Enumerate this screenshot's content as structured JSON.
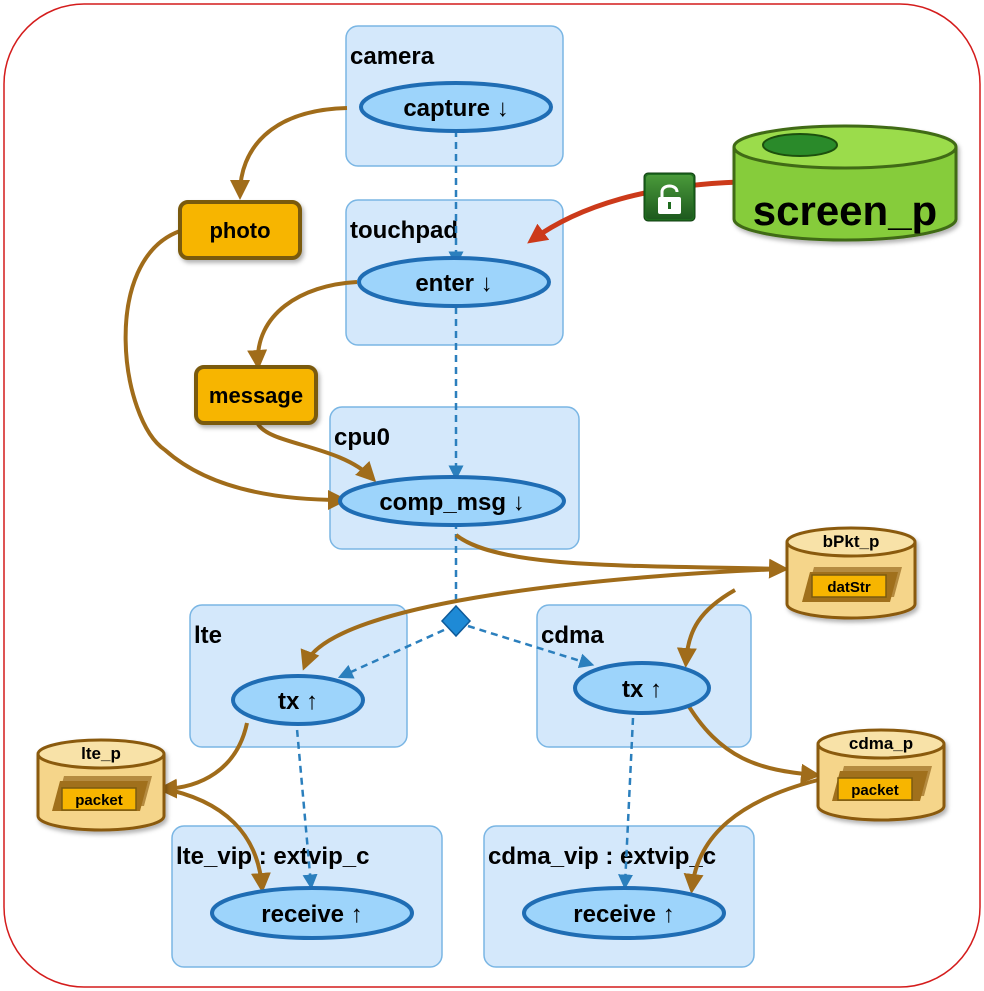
{
  "components": {
    "camera": "camera",
    "touchpad": "touchpad",
    "cpu0": "cpu0",
    "lte": "lte",
    "cdma": "cdma",
    "lte_vip": "lte_vip : extvip_c",
    "cdma_vip": "cdma_vip : extvip_c"
  },
  "operations": {
    "capture": "capture",
    "enter": "enter",
    "comp_msg": "comp_msg",
    "lte_tx": "tx",
    "cdma_tx": "tx",
    "lte_receive": "receive",
    "cdma_receive": "receive"
  },
  "arrows": {
    "down": "↓",
    "up": "↑"
  },
  "data_objects": {
    "photo": "photo",
    "message": "message"
  },
  "ports": {
    "screen_p": "screen_p",
    "bPkt_p": "bPkt_p",
    "bPkt_p_inner": "datStr",
    "lte_p": "lte_p",
    "lte_p_inner": "packet",
    "cdma_p": "cdma_p",
    "cdma_p_inner": "packet"
  },
  "colors": {
    "frame_border": "#d41c1c",
    "component_fill": "#d4e8fb",
    "component_border": "#7ab6e4",
    "op_fill": "#9dd4fb",
    "op_border": "#1f6db4",
    "control_flow": "#2b7fbd",
    "data_flow": "#a06c1a",
    "data_object_fill": "#f7b500",
    "port_fill": "#f5d58a",
    "screen_fill": "#86cc3a",
    "lock_arrow": "#cc3a1a"
  },
  "icons": {
    "lock": "lock-icon"
  }
}
